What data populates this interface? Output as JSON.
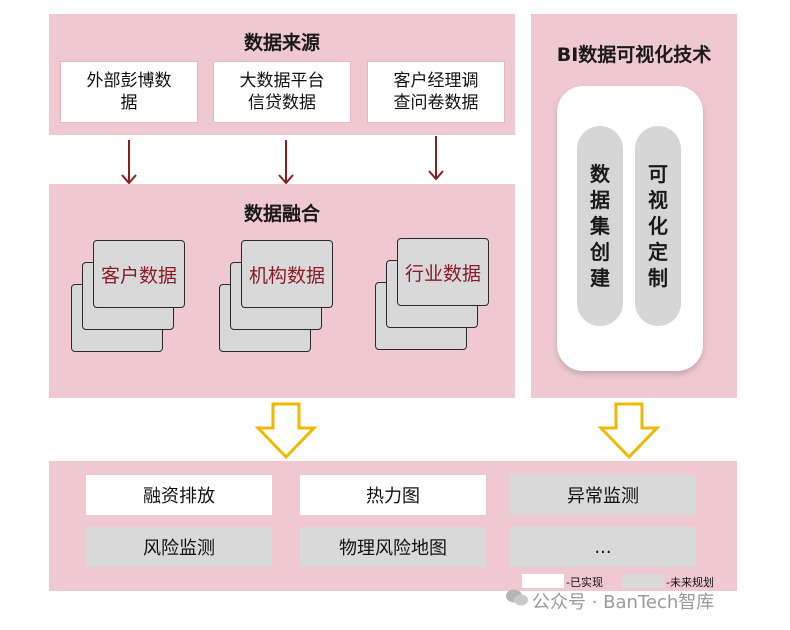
{
  "sources": {
    "title": "数据来源",
    "items": [
      {
        "line1": "外部彭博数",
        "line2": "据"
      },
      {
        "line1": "大数据平台",
        "line2": "信贷数据"
      },
      {
        "line1": "客户经理调",
        "line2": "查问卷数据"
      }
    ]
  },
  "fusion": {
    "title": "数据融合",
    "items": [
      "客户数据",
      "机构数据",
      "行业数据"
    ]
  },
  "bi": {
    "title": "BI数据可视化技术",
    "pills": [
      {
        "chars": [
          "数",
          "据",
          "集",
          "创",
          "建"
        ]
      },
      {
        "chars": [
          "可",
          "视",
          "化",
          "定",
          "制"
        ]
      }
    ]
  },
  "outputs": [
    {
      "label": "融资排放",
      "status": "done"
    },
    {
      "label": "热力图",
      "status": "done"
    },
    {
      "label": "异常监测",
      "status": "plan"
    },
    {
      "label": "风险监测",
      "status": "plan"
    },
    {
      "label": "物理风险地图",
      "status": "plan"
    },
    {
      "label": "...",
      "status": "plan"
    }
  ],
  "legend": {
    "done_label": "-已实现",
    "plan_label": "-未来规划"
  },
  "watermark": "公众号 · BanTech智库",
  "colors": {
    "panel": "#efc9cf",
    "arrow_red": "#8c1c24",
    "arrow_yellow": "#f0b800",
    "done": "#ffffff",
    "plan": "#d9d9d9"
  }
}
